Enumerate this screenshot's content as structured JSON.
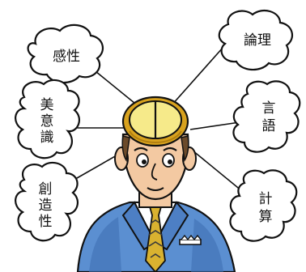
{
  "left_clouds": [
    {
      "id": "kansei",
      "label": "感性",
      "vertical": false
    },
    {
      "id": "biishiki",
      "label": "美意識",
      "vertical": true
    },
    {
      "id": "souzousei",
      "label": "創造性",
      "vertical": true
    }
  ],
  "right_clouds": [
    {
      "id": "ronri",
      "label": "論理",
      "vertical": false
    },
    {
      "id": "gengo",
      "label": "言語",
      "vertical": true
    },
    {
      "id": "keisan",
      "label": "計算",
      "vertical": true
    }
  ],
  "colors": {
    "outline": "#111111",
    "suit": "#5b8fd1",
    "suit_shadow": "#3f6fb3",
    "shirt": "#ffffff",
    "tie": "#d9b230",
    "tie_pattern": "#3a3a3a",
    "skin": "#f3c9a2",
    "hair": "#6b4a2a",
    "brain_window": "#f6ea8a",
    "brain_rim": "#d8a21e"
  }
}
